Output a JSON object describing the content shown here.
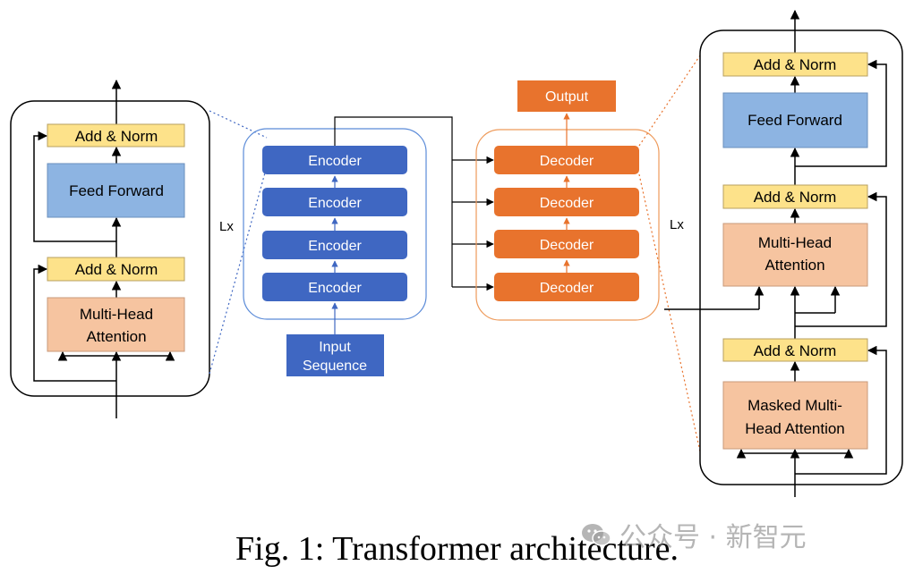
{
  "colors": {
    "encoder_fill": "#3f67c2",
    "decoder_fill": "#e8732d",
    "addnorm_fill": "#fde28a",
    "feedforward_fill": "#8db4e2",
    "attention_fill": "#f6c4a0",
    "encoder_stack_border": "#5b8bd8",
    "decoder_stack_border": "#ee9a5a",
    "line": "#000000"
  },
  "encoder_block": {
    "add_norm_top": "Add & Norm",
    "feed_forward": "Feed Forward",
    "add_norm_bottom": "Add & Norm",
    "attention_line1": "Multi-Head",
    "attention_line2": "Attention",
    "repeat_label": "Lx"
  },
  "encoder_stack": {
    "layers": [
      "Encoder",
      "Encoder",
      "Encoder",
      "Encoder"
    ],
    "input_line1": "Input",
    "input_line2": "Sequence"
  },
  "decoder_stack": {
    "layers": [
      "Decoder",
      "Decoder",
      "Decoder",
      "Decoder"
    ],
    "output_label": "Output"
  },
  "decoder_block": {
    "add_norm_top": "Add & Norm",
    "feed_forward": "Feed Forward",
    "add_norm_middle": "Add & Norm",
    "attention_line1": "Multi-Head",
    "attention_line2": "Attention",
    "add_norm_bottom": "Add & Norm",
    "masked_line1": "Masked Multi-",
    "masked_line2": "Head Attention",
    "repeat_label": "Lx"
  },
  "caption": "Fig. 1: Transformer architecture.",
  "watermark": {
    "icon": "wechat-icon",
    "text": "公众号 · 新智元"
  }
}
